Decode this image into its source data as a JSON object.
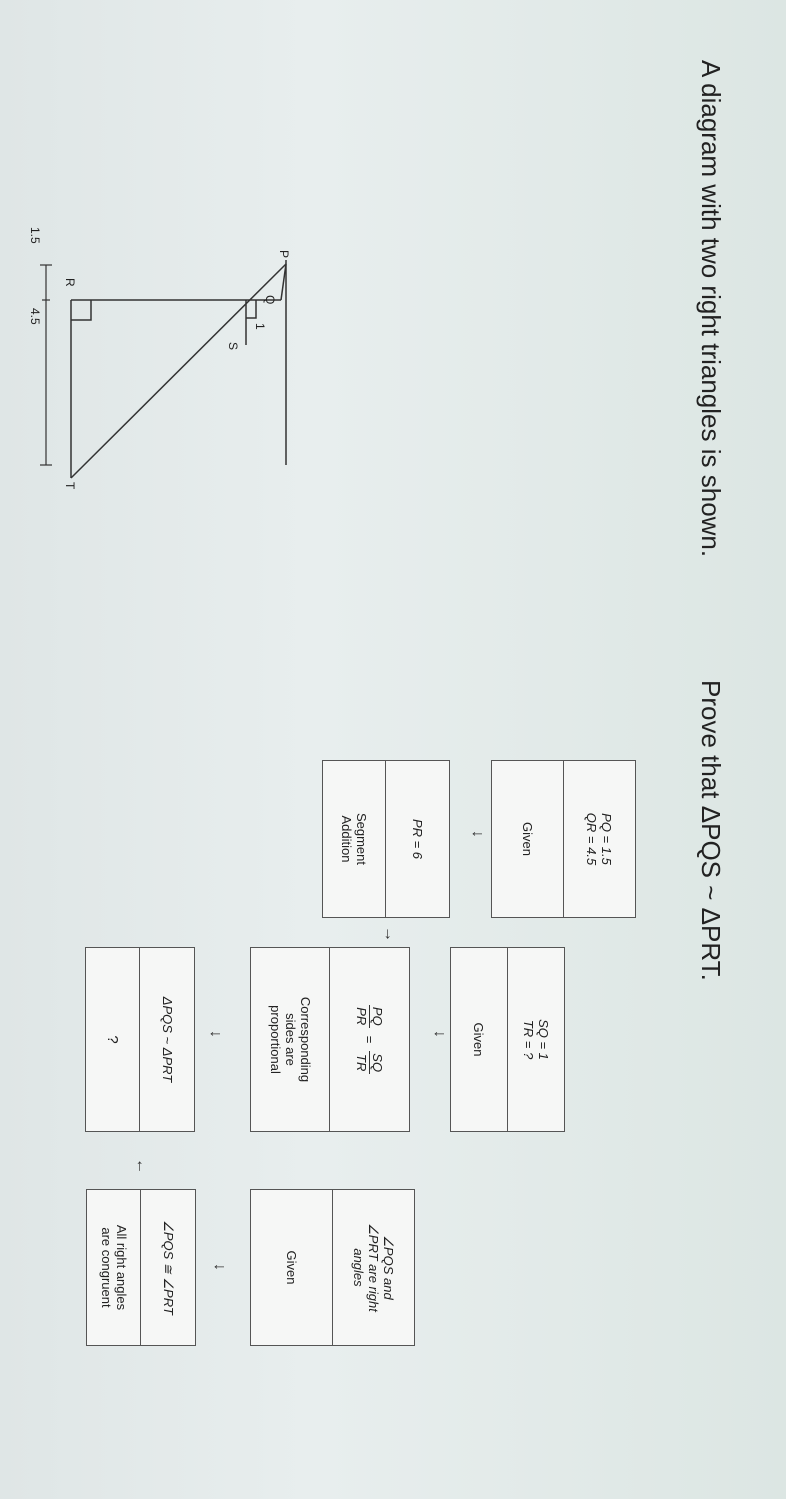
{
  "intro_text": "A diagram with two right triangles is shown.",
  "prove_text": "Prove that ΔPQS ~ ΔPRT.",
  "diagram": {
    "labels": {
      "P": "P",
      "Q": "Q",
      "R": "R",
      "S": "S",
      "T": "T"
    },
    "measures": {
      "pq": "1.5",
      "qr": "4.5",
      "sq": "1"
    }
  },
  "proof": {
    "box1": {
      "statement_line1": "PQ = 1.5",
      "statement_line2": "QR = 4.5",
      "reason": "Given"
    },
    "box2": {
      "statement": "PR = 6",
      "reason_line1": "Segment",
      "reason_line2": "Addition"
    },
    "box3": {
      "statement_line1": "SQ = 1",
      "statement_line2": "TR = ?",
      "reason": "Given"
    },
    "box4": {
      "fraction_left_num": "PQ",
      "fraction_left_den": "PR",
      "equals": "=",
      "fraction_right_num": "SQ",
      "fraction_right_den": "TR",
      "reason_line1": "Corresponding",
      "reason_line2": "sides are",
      "reason_line3": "proportional"
    },
    "box5": {
      "statement": "ΔPQS ~ ΔPRT",
      "reason": "?"
    },
    "box6": {
      "statement_line1": "∠PQS and",
      "statement_line2": "∠PRT are right",
      "statement_line3": "angles",
      "reason": "Given"
    },
    "box7": {
      "statement": "∠PQS ≅ ∠PRT",
      "reason_line1": "All right angles",
      "reason_line2": "are congruent"
    },
    "arrows": {
      "down": "↓",
      "right": "→",
      "left": "←"
    }
  }
}
